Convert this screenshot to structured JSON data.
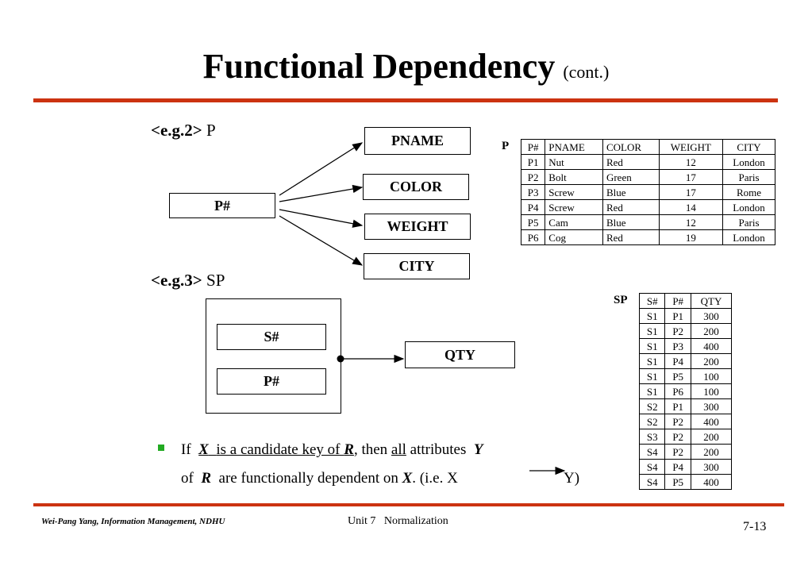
{
  "header": {
    "title": "Functional Dependency",
    "subtitle": "(cont.)"
  },
  "eg2": {
    "tag": "<e.g.2>",
    "name": "P",
    "source": "P#",
    "targets": [
      "PNAME",
      "COLOR",
      "WEIGHT",
      "CITY"
    ]
  },
  "table_p": {
    "label": "P",
    "headers": [
      "P#",
      "PNAME",
      "COLOR",
      "WEIGHT",
      "CITY"
    ],
    "rows": [
      [
        "P1",
        "Nut",
        "Red",
        "12",
        "London"
      ],
      [
        "P2",
        "Bolt",
        "Green",
        "17",
        "Paris"
      ],
      [
        "P3",
        "Screw",
        "Blue",
        "17",
        "Rome"
      ],
      [
        "P4",
        "Screw",
        "Red",
        "14",
        "London"
      ],
      [
        "P5",
        "Cam",
        "Blue",
        "12",
        "Paris"
      ],
      [
        "P6",
        "Cog",
        "Red",
        "19",
        "London"
      ]
    ]
  },
  "eg3": {
    "tag": "<e.g.3>",
    "name": "SP",
    "keys": [
      "S#",
      "P#"
    ],
    "target": "QTY"
  },
  "table_sp": {
    "label": "SP",
    "headers": [
      "S#",
      "P#",
      "QTY"
    ],
    "rows": [
      [
        "S1",
        "P1",
        "300"
      ],
      [
        "S1",
        "P2",
        "200"
      ],
      [
        "S1",
        "P3",
        "400"
      ],
      [
        "S1",
        "P4",
        "200"
      ],
      [
        "S1",
        "P5",
        "100"
      ],
      [
        "S1",
        "P6",
        "100"
      ],
      [
        "S2",
        "P1",
        "300"
      ],
      [
        "S2",
        "P2",
        "400"
      ],
      [
        "S3",
        "P2",
        "200"
      ],
      [
        "S4",
        "P2",
        "200"
      ],
      [
        "S4",
        "P4",
        "300"
      ],
      [
        "S4",
        "P5",
        "400"
      ]
    ]
  },
  "bullet": {
    "if": "If",
    "x": "X",
    "key_text": "is a candidate key of",
    "r": "R",
    "then": ", then",
    "all": "all",
    "attrs": "attributes",
    "y": "Y",
    "of": "of",
    "r2": "R",
    "dep_text": "are functionally dependent on",
    "x2": "X",
    "ie": ". (i.e. X",
    "y_end": "Y)"
  },
  "footer": {
    "author": "Wei-Pang Yang, Information Management, NDHU",
    "unit": "Unit 7   Normalization",
    "page": "7-13"
  },
  "colors": {
    "rule": "#cc3311",
    "bullet": "#22aa22"
  }
}
